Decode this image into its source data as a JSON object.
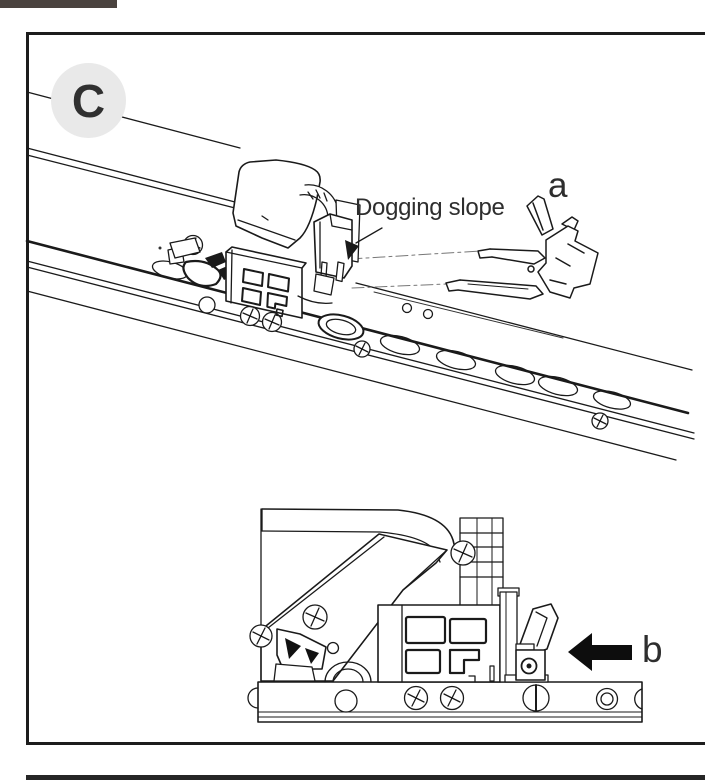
{
  "panel": {
    "label": "C",
    "annotation": "Dogging slope",
    "part_label_a": "a",
    "part_label_b": "b"
  },
  "icons": {
    "direction_arrow_b": "solid-left-arrow",
    "dogging_slope_leader": "filled-arrowhead-down-left"
  },
  "colors": {
    "section_tab": "#4a433f",
    "frame_border": "#1d1d1d",
    "badge_background": "#e9e9e9",
    "line": "#1a1a1a",
    "arrow_fill": "#0d0d0d",
    "label_text": "#2e2e2e"
  }
}
